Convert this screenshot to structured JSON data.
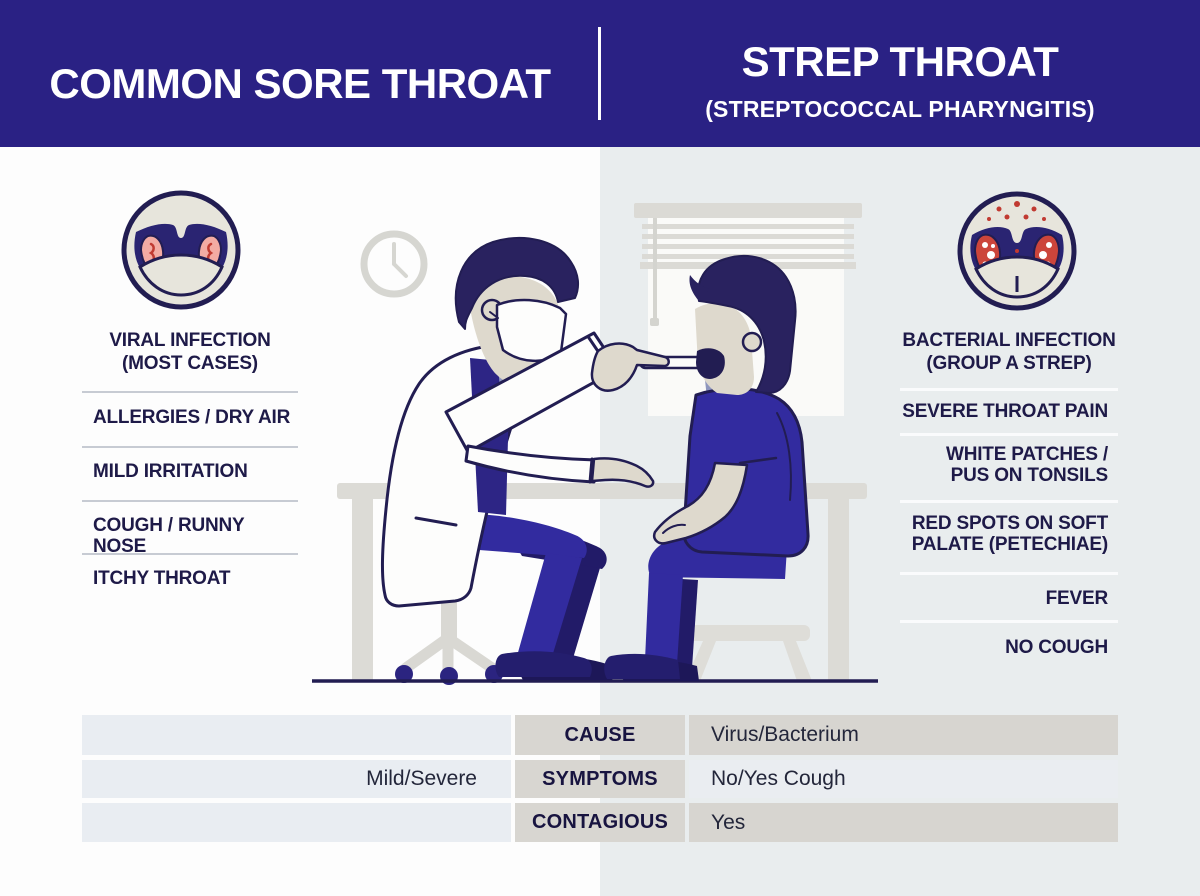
{
  "header": {
    "left_title": "COMMON SORE THROAT",
    "right_title": "STREP THROAT",
    "right_subtitle": "(STREPTOCOCCAL PHARYNGITIS)"
  },
  "left_panel": {
    "heading": "VIRAL INFECTION\n(MOST CASES)",
    "items": [
      "ALLERGIES / DRY AIR",
      "MILD IRRITATION",
      "COUGH / RUNNY NOSE",
      "ITCHY THROAT"
    ]
  },
  "right_panel": {
    "heading": "BACTERIAL INFECTION\n(GROUP A STREP)",
    "items": [
      "SEVERE THROAT PAIN",
      "WHITE PATCHES /\nPUS ON TONSILS",
      "RED SPOTS ON SOFT\nPALATE (PETECHIAE)",
      "FEVER",
      "NO COUGH"
    ]
  },
  "comparison_table": {
    "rows": [
      {
        "left_value": "",
        "label": "CAUSE",
        "right_value": "Virus/Bacterium"
      },
      {
        "left_value": "Mild/Severe",
        "label": "SYMPTOMS",
        "right_value": "No/Yes Cough"
      },
      {
        "left_value": "",
        "label": "CONTAGIOUS",
        "right_value": "Yes"
      }
    ]
  },
  "illustration": {
    "description": "Masked doctor seated at a desk examining the open throat of a boy seated on a stool with a tongue depressor; wall clock and window blinds in background"
  },
  "colors": {
    "header_bg": "#2A2184",
    "navy_text": "#1E1A48",
    "outline_navy": "#221D52",
    "royal_blue": "#322B9F",
    "dark_leg_navy": "#221B68",
    "skin": "#DED9CD",
    "furniture_gray": "#DCDBD6",
    "right_bg": "#E9EDEE",
    "tonsil_pink": "#F3ABA3",
    "tonsil_red": "#CC453B",
    "spot_red": "#C13A31",
    "table_label_bg": "#D8D6D1",
    "table_value_bg": "#D7D5D0",
    "table_band_bg": "#E9EDF2"
  }
}
